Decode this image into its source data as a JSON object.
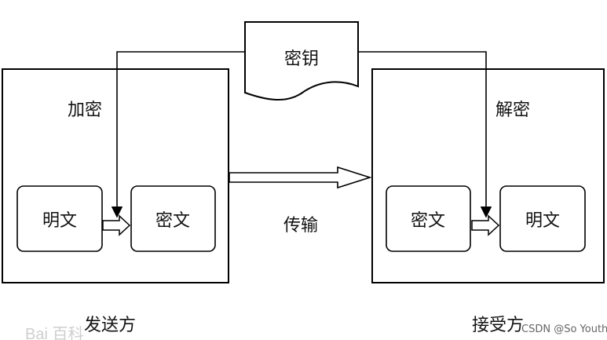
{
  "diagram": {
    "key_label": "密钥",
    "encrypt_label": "加密",
    "decrypt_label": "解密",
    "transmit_label": "传输",
    "sender": {
      "label": "发送方",
      "input_box": "明文",
      "output_box": "密文"
    },
    "receiver": {
      "label": "接受方",
      "input_box": "密文",
      "output_box": "明文"
    }
  },
  "watermarks": {
    "left": "Bai 百科",
    "right": "CSDN @So Youth"
  }
}
